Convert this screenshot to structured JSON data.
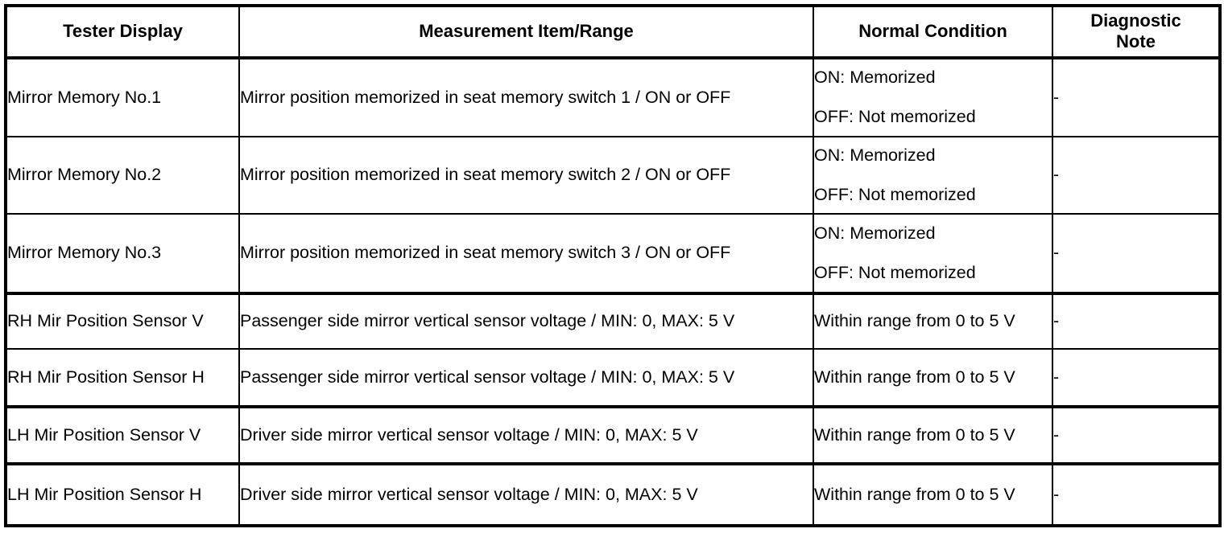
{
  "table": {
    "columns": [
      {
        "key": "tester_display",
        "label": "Tester Display"
      },
      {
        "key": "measurement_item_range",
        "label": "Measurement Item/Range"
      },
      {
        "key": "normal_condition",
        "label": "Normal Condition"
      },
      {
        "key": "diagnostic_note",
        "label": "Diagnostic\nNote"
      }
    ],
    "rows": [
      {
        "tester_display": "Mirror Memory No.1",
        "measurement_item_range": "Mirror position memorized in seat memory switch 1 / ON or OFF",
        "normal_condition_lines": [
          "ON: Memorized",
          "OFF: Not memorized"
        ],
        "diagnostic_note": "-"
      },
      {
        "tester_display": "Mirror Memory No.2",
        "measurement_item_range": "Mirror position memorized in seat memory switch 2 / ON or OFF",
        "normal_condition_lines": [
          "ON: Memorized",
          "OFF: Not memorized"
        ],
        "diagnostic_note": "-"
      },
      {
        "tester_display": "Mirror Memory No.3",
        "measurement_item_range": "Mirror position memorized in seat memory switch 3 / ON or OFF",
        "normal_condition_lines": [
          "ON: Memorized",
          "OFF: Not memorized"
        ],
        "diagnostic_note": "-"
      },
      {
        "tester_display": "RH Mir Position Sensor V",
        "measurement_item_range": "Passenger side mirror vertical sensor voltage / MIN: 0, MAX: 5 V",
        "normal_condition_lines": [
          "Within range from 0 to 5 V"
        ],
        "diagnostic_note": "-"
      },
      {
        "tester_display": "RH Mir Position Sensor H",
        "measurement_item_range": "Passenger side mirror vertical sensor voltage / MIN: 0, MAX: 5 V",
        "normal_condition_lines": [
          "Within range from 0 to 5 V"
        ],
        "diagnostic_note": "-"
      },
      {
        "tester_display": "LH Mir Position Sensor V",
        "measurement_item_range": "Driver side mirror vertical sensor voltage / MIN: 0, MAX: 5 V",
        "normal_condition_lines": [
          "Within range from 0 to 5 V"
        ],
        "diagnostic_note": "-"
      },
      {
        "tester_display": "LH Mir Position Sensor H",
        "measurement_item_range": "Driver side mirror vertical sensor voltage / MIN: 0, MAX: 5 V",
        "normal_condition_lines": [
          "Within range from 0 to 5 V"
        ],
        "diagnostic_note": "-"
      }
    ]
  }
}
